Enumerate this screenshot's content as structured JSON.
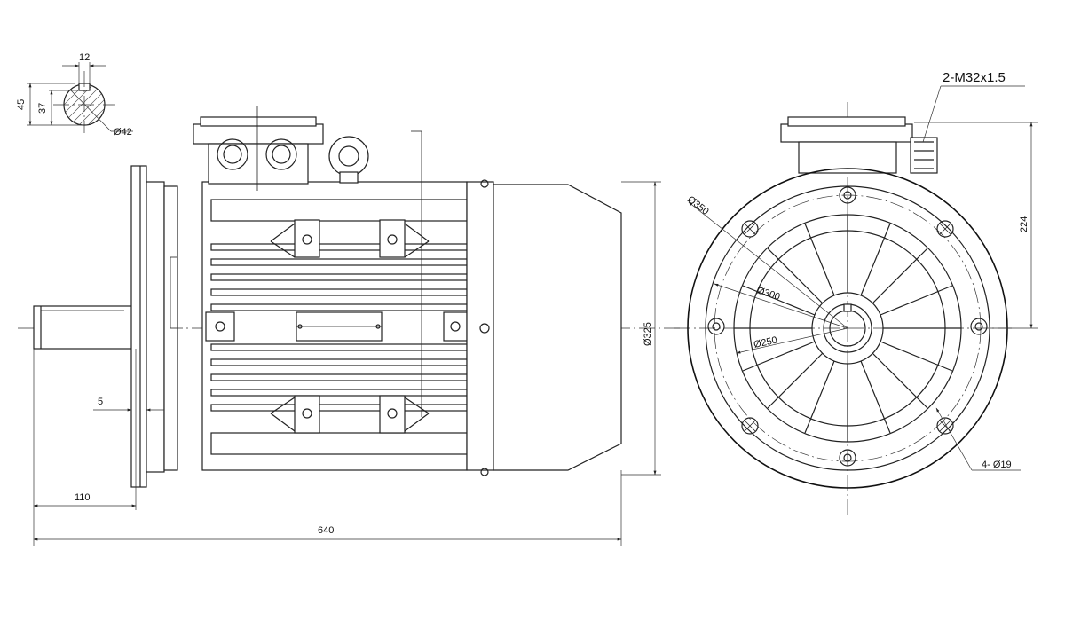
{
  "dimensions": {
    "key_width": "12",
    "shaft_height": "45",
    "key_depth": "37",
    "shaft_diameter": "Ø42",
    "flange_offset": "5",
    "shaft_length": "110",
    "overall_length": "640",
    "body_diameter": "Ø325",
    "flange_outer": "Ø350",
    "bolt_circle": "Ø300",
    "spigot": "Ø250",
    "center_height": "224",
    "cable_gland": "2-M32x1.5",
    "flange_holes": "4- Ø19"
  }
}
